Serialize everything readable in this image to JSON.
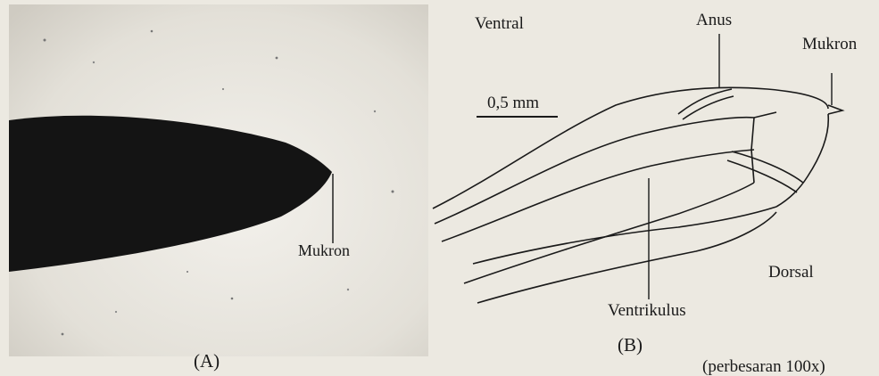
{
  "panel_a": {
    "label_mukron": "Mukron",
    "caption": "(A)"
  },
  "panel_b": {
    "label_ventral": "Ventral",
    "label_anus": "Anus",
    "label_mukron": "Mukron",
    "scale_bar": "0,5 mm",
    "label_ventrikulus": "Ventrikulus",
    "label_dorsal": "Dorsal",
    "caption": "(B)"
  },
  "caption_fragment": "(perbesaran 100x)",
  "colors": {
    "background": "#ece9e1",
    "specimen": "#141414",
    "ink": "#1a1a1a"
  }
}
